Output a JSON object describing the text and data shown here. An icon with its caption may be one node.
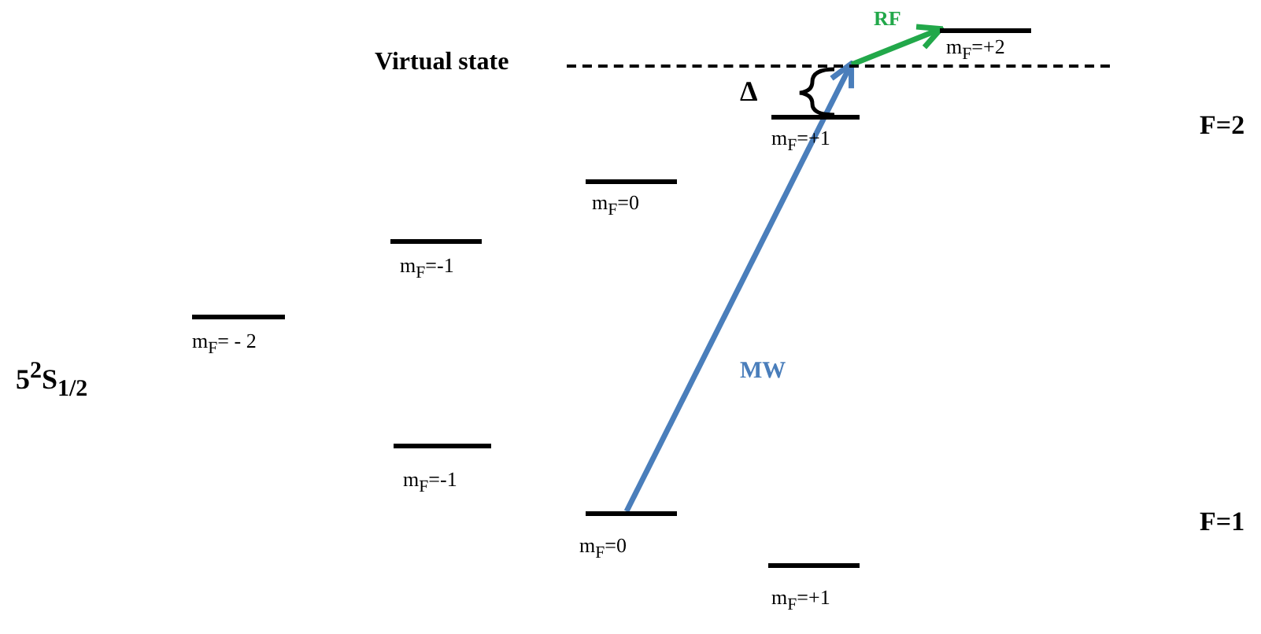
{
  "diagram": {
    "nodes": [
      {
        "text": [],
        "shape": "bar",
        "beside": [
          "m$_{F}$=+2"
        ]
      },
      {
        "text": [],
        "shape": "bar",
        "beside": [
          "Virtual state"
        ]
      },
      {
        "text": [],
        "shape": "bar",
        "beside": [
          "m$_{F}$=+1"
        ]
      },
      {
        "text": [],
        "shape": "bar",
        "beside": [
          "m$_{F}$=0"
        ]
      },
      {
        "text": [],
        "shape": "bar",
        "beside": [
          "m$_{F}$=-1"
        ]
      },
      {
        "text": [],
        "shape": "bar",
        "beside": [
          "m$_{F}$= - 2"
        ]
      },
      {
        "text": [],
        "shape": "bar",
        "beside": [
          "m$_{F}$=-1"
        ]
      },
      {
        "text": [],
        "shape": "bar",
        "beside": [
          "m$_{F}$=0"
        ]
      },
      {
        "text": [],
        "shape": "bar",
        "beside": [
          "m$_{F}$=+1"
        ]
      }
    ],
    "edges": [
      {
        "from": 7,
        "to": 1,
        "arrow": "to",
        "label": "MW",
        "color": "#4a7ebb"
      },
      {
        "from": 1,
        "to": 0,
        "arrow": "to",
        "label": "RF",
        "color": "#22a84a"
      }
    ],
    "labels": [
      "Δ",
      "F=2",
      "5$^{2}$S$_{1/2}$",
      "F=1"
    ]
  }
}
